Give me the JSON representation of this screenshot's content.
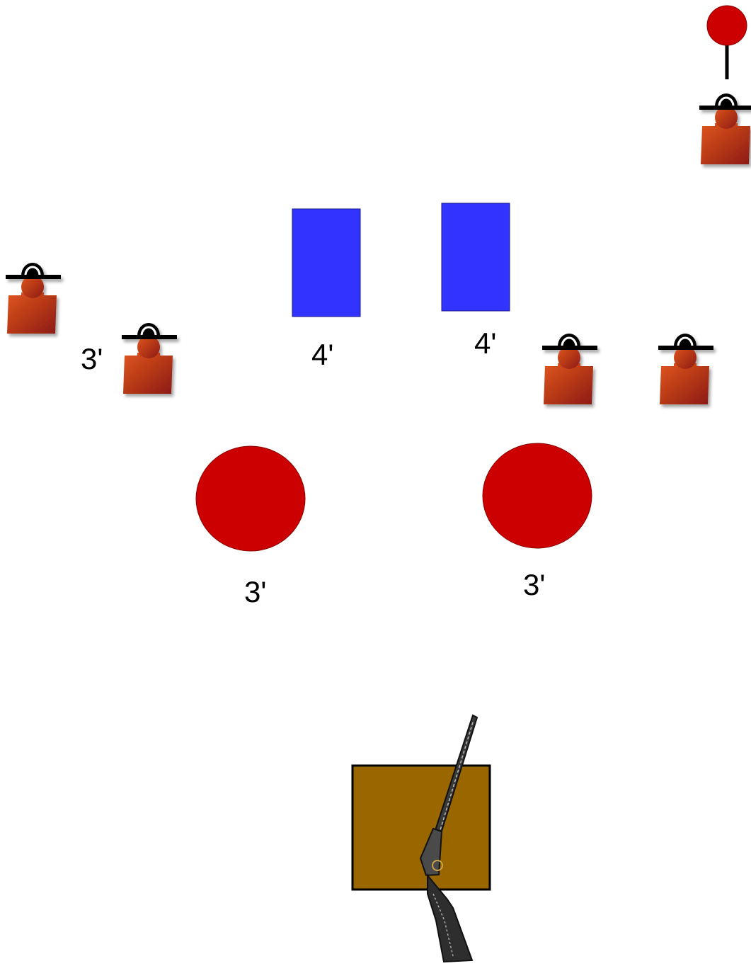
{
  "colors": {
    "background": "#ffffff",
    "plate": "#cc0000",
    "popper": "#cc0000",
    "barricade": "#3333ff",
    "table": "#996600",
    "target_light": "#e0561c",
    "target_dark": "#8c1a14",
    "hat": "#000000",
    "label": "#000000"
  },
  "icons": {
    "cowboy_target": "cowboy-silhouette-target-icon",
    "plate": "round-steel-plate-icon",
    "popper": "knockdown-popper-icon",
    "barricade": "barricade-icon",
    "shotgun": "shotgun-icon",
    "table": "loading-table-icon"
  },
  "labels": {
    "left_target_distance": "3'",
    "left_barricade_distance": "4'",
    "right_barricade_distance": "4'",
    "left_plate_distance": "3'",
    "right_plate_distance": "3'"
  }
}
